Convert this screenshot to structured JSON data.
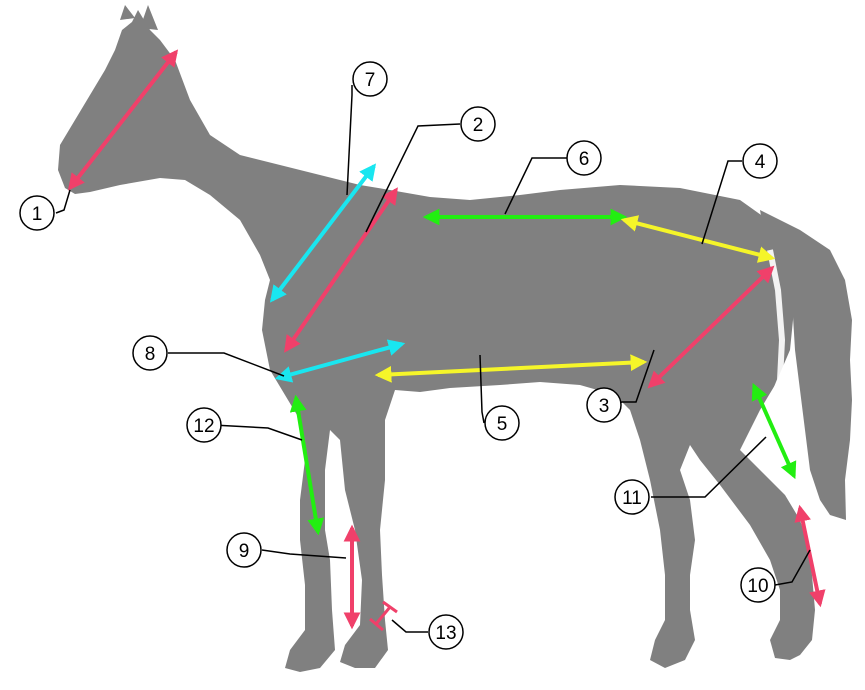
{
  "diagram": {
    "silhouette_color": "#808080",
    "callout_color": "#000000",
    "measure_colors": {
      "red": "#f0406a",
      "cyan": "#19e6f0",
      "green": "#22ee11",
      "yellow": "#f5f529"
    },
    "markers": [
      {
        "id": 1,
        "label": "1",
        "color": "red"
      },
      {
        "id": 2,
        "label": "2",
        "color": "red"
      },
      {
        "id": 3,
        "label": "3",
        "color": "red"
      },
      {
        "id": 4,
        "label": "4",
        "color": "yellow"
      },
      {
        "id": 5,
        "label": "5",
        "color": "yellow"
      },
      {
        "id": 6,
        "label": "6",
        "color": "green"
      },
      {
        "id": 7,
        "label": "7",
        "color": "cyan"
      },
      {
        "id": 8,
        "label": "8",
        "color": "cyan"
      },
      {
        "id": 9,
        "label": "9",
        "color": "red"
      },
      {
        "id": 10,
        "label": "10",
        "color": "red"
      },
      {
        "id": 11,
        "label": "11",
        "color": "green"
      },
      {
        "id": 12,
        "label": "12",
        "color": "green"
      },
      {
        "id": 13,
        "label": "13",
        "color": "red"
      }
    ]
  }
}
